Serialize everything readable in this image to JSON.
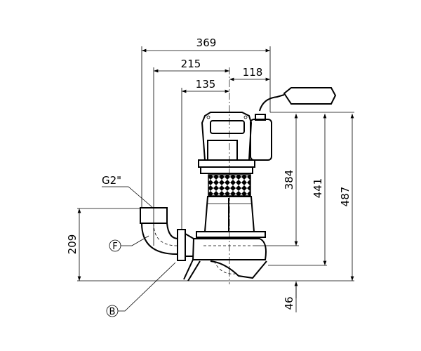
{
  "drawing": {
    "dimensions": {
      "overall_width": "369",
      "outlet_to_center": "215",
      "flange_to_center": "135",
      "center_to_right": "118",
      "height_to_outlet": "384",
      "height_to_feet_top": "441",
      "overall_height": "487",
      "outlet_height": "209",
      "min_water_level": "46"
    },
    "labels": {
      "thread": "G2\"",
      "callout_f": "F",
      "callout_b": "B"
    }
  }
}
